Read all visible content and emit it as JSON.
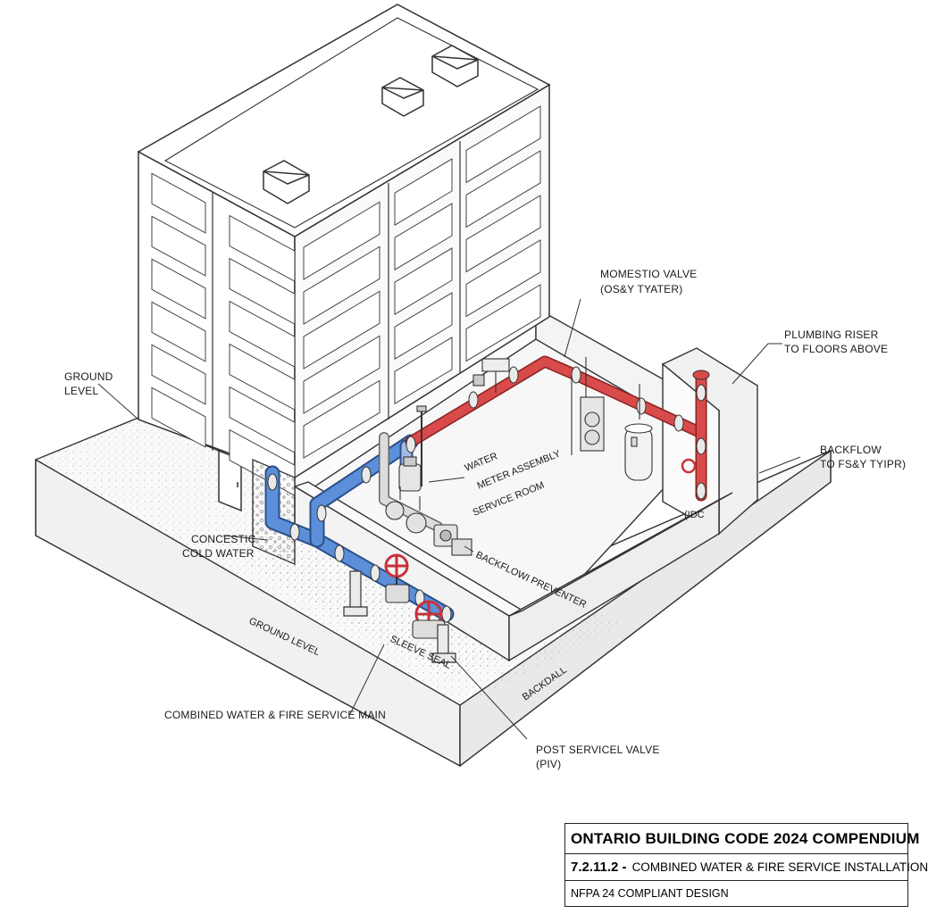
{
  "labels": {
    "domestic_valve": [
      "MOMESTIO VALVE",
      "(OS&Y TYATER)"
    ],
    "plumbing_riser": [
      "PLUMBING RISER",
      "TO FLOORS ABOVE"
    ],
    "ground_level_top": [
      "GROUND",
      "LEVEL"
    ],
    "backflow_right": [
      "BACKFLOW",
      "TO FS&Y TYIPR)"
    ],
    "water_meter": [
      "WATER",
      "METER ASSEMBLY"
    ],
    "service_room": "SERVICE ROOM",
    "concrete": [
      "CONCESTIC",
      "COLD WATER"
    ],
    "backflow_preventer": "BACKFLOWI PREVENTER",
    "iddc": "(IDC",
    "ground_level_slab": "GROUND LEVEL",
    "sleeve_seal": "SLEEVE SEAL",
    "backwall": "BACKDALL",
    "combined_main": "COMBINED WATER & FIRE SERVICE MAIN",
    "piv": [
      "POST SERVICEL VALVE",
      "(PIV)"
    ]
  },
  "title_block": {
    "title": "ONTARIO BUILDING CODE 2024 COMPENDIUM",
    "section": "7.2.11.2 -",
    "section_text": "COMBINED WATER & FIRE SERVICE INSTALLATION",
    "note": "NFPA 24 COMPLIANT DESIGN"
  },
  "colors": {
    "water_pipe": "#5b8fd9",
    "fire_pipe": "#d94a4a",
    "valve_wheel": "#c8323a",
    "linework": "#333333"
  }
}
